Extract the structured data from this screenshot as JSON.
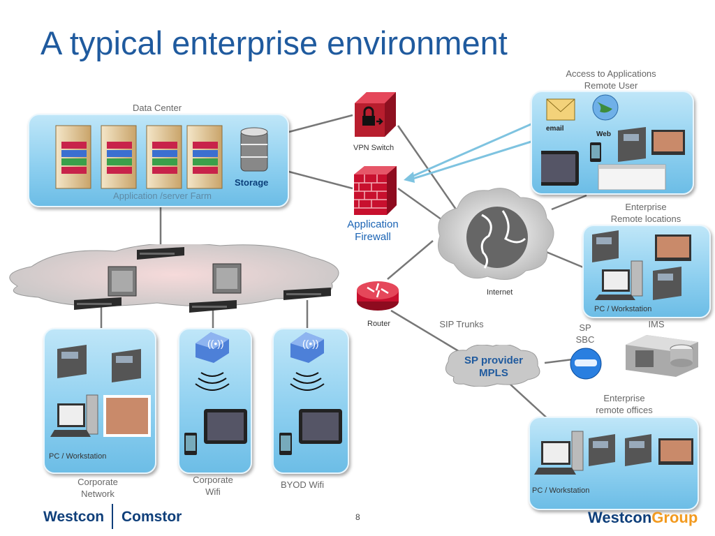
{
  "slide": {
    "title": "A typical enterprise environment",
    "page_number": "8"
  },
  "labels": {
    "data_center": "Data Center",
    "app_server_farm": "Application /server Farm",
    "storage": "Storage",
    "vpn_switch": "VPN Switch",
    "application_firewall": "Application\nFirewall",
    "access_remote": "Access to Applications\nRemote User",
    "email_icon": "email",
    "web_icon": "Web",
    "enterprise_remote_locations": "Enterprise\nRemote locations",
    "pc_workstation_remote_loc": "PC / Workstation",
    "internet": "Internet",
    "router": "Router",
    "sip_trunks": "SIP Trunks",
    "sp_sbc": "SP\nSBC",
    "ims": "IMS",
    "sp_provider": "SP provider\nMPLS",
    "enterprise_remote_offices": "Enterprise\nremote offices",
    "pc_workstation_offices": "PC / Workstation",
    "pc_workstation_corp": "PC / Workstation",
    "corporate_network": "Corporate\nNetwork",
    "corporate_wifi": "Corporate\nWifi",
    "byod_wifi": "BYOD Wifi"
  },
  "footer": {
    "logo_westcon": "Westcon",
    "logo_comstor": "Comstor",
    "logo_group_westcon": "Westcon",
    "logo_group_group": "Group"
  },
  "colors": {
    "title": "#1f5a9e",
    "panel": "#8fd0f0",
    "firewall": "#c8102e",
    "link_label": "#1a63b4",
    "group_orange": "#f29a1f"
  }
}
